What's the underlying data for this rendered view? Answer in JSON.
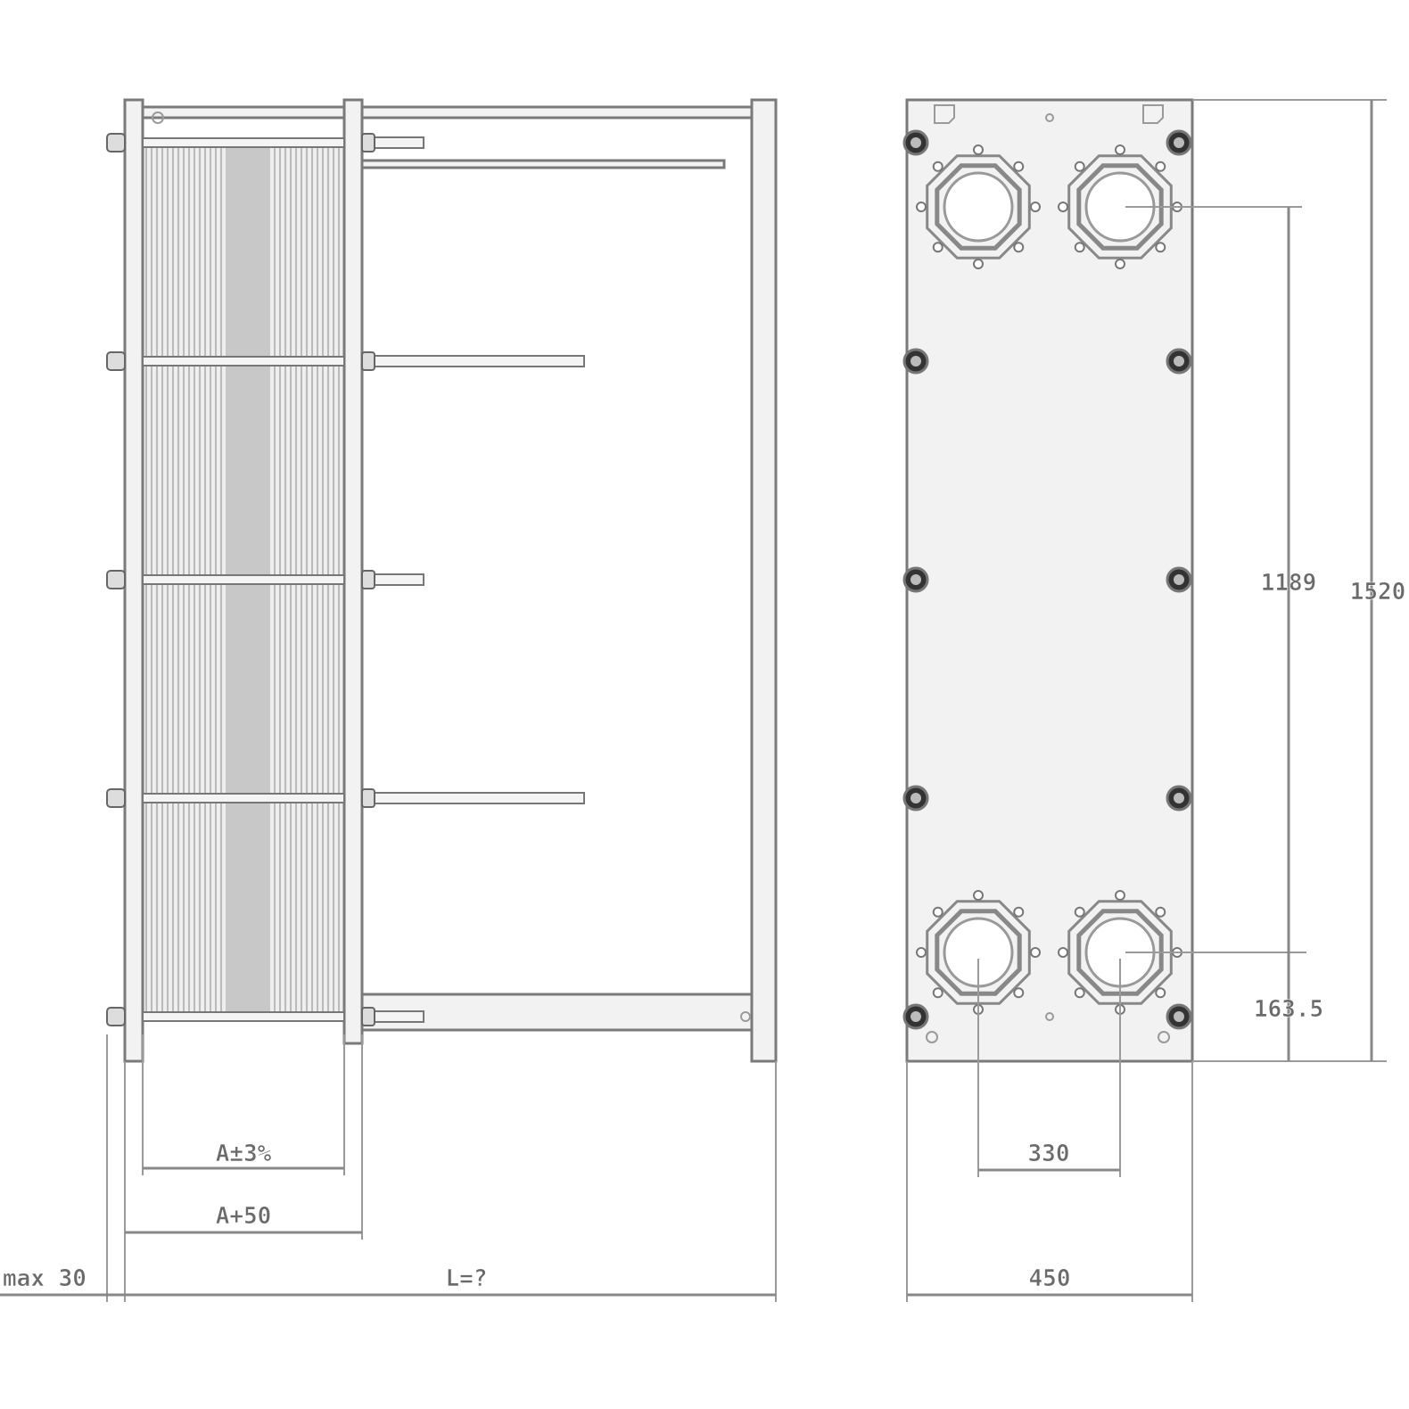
{
  "drawing": {
    "side_view": {
      "dimensions": {
        "plate_pack": "A±3%",
        "plate_pack_plus": "A+50",
        "max_overhang": "max 30",
        "total_length": "L=?"
      },
      "tie_bar_count": 5
    },
    "front_view": {
      "dimensions": {
        "port_vertical_spacing": "1189",
        "total_height": "1520",
        "bottom_port_height": "163.5",
        "port_horizontal_spacing": "330",
        "width": "450"
      },
      "port_count": 4,
      "bolt_rows": 5
    }
  },
  "colors": {
    "line": "#8a8a8a",
    "plate_shade": "#c8c8c8",
    "bolt": "#333333"
  }
}
